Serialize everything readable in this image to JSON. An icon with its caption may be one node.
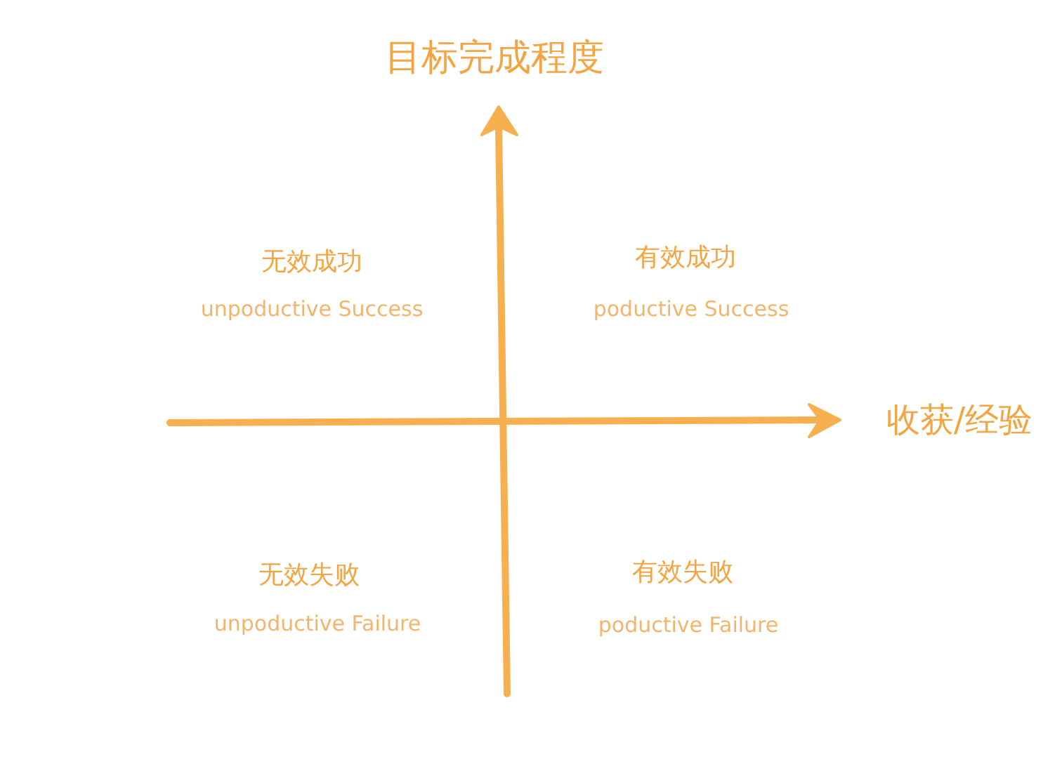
{
  "diagram": {
    "labels": [
      "目标完成程度",
      "无效成功",
      "unpoductive Success",
      "有效成功",
      "poductive Success",
      "收获/经验",
      "无效失败",
      "unpoductive Failure",
      "有效失败",
      "poductive Failure"
    ]
  }
}
